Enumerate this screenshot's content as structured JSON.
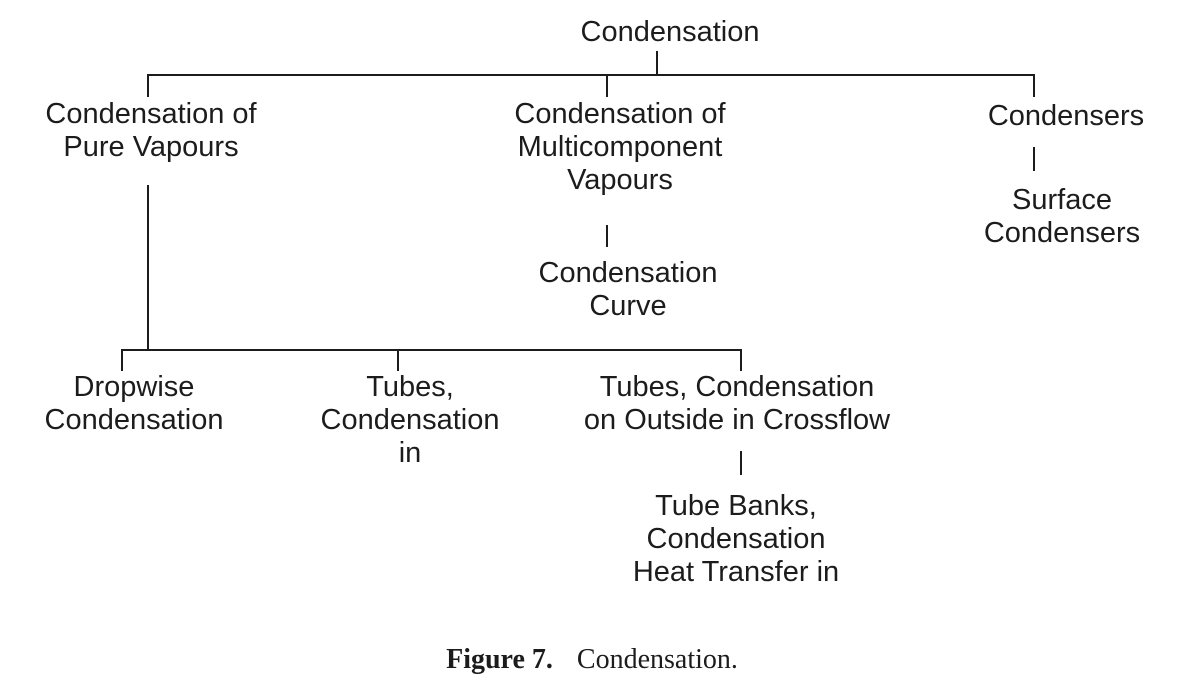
{
  "diagram": {
    "root": {
      "lines": [
        "Condensation"
      ]
    },
    "pure_vapours": {
      "lines": [
        "Condensation of",
        "Pure Vapours"
      ]
    },
    "multicomponent": {
      "lines": [
        "Condensation of",
        "Multicomponent",
        "Vapours"
      ]
    },
    "condensers": {
      "lines": [
        "Condensers"
      ]
    },
    "condensation_curve": {
      "lines": [
        "Condensation",
        "Curve"
      ]
    },
    "surface_condensers": {
      "lines": [
        "Surface",
        "Condensers"
      ]
    },
    "dropwise": {
      "lines": [
        "Dropwise",
        "Condensation"
      ]
    },
    "tubes_in": {
      "lines": [
        "Tubes,",
        "Condensation",
        "in"
      ]
    },
    "tubes_outside": {
      "lines": [
        "Tubes, Condensation",
        "on Outside in Crossflow"
      ]
    },
    "tube_banks": {
      "lines": [
        "Tube Banks,",
        "Condensation",
        "Heat Transfer in"
      ]
    }
  },
  "caption": {
    "label": "Figure 7.",
    "text": "Condensation."
  },
  "colors": {
    "line": "#1c1c1c",
    "text": "#1c1c1c",
    "background": "#ffffff"
  }
}
